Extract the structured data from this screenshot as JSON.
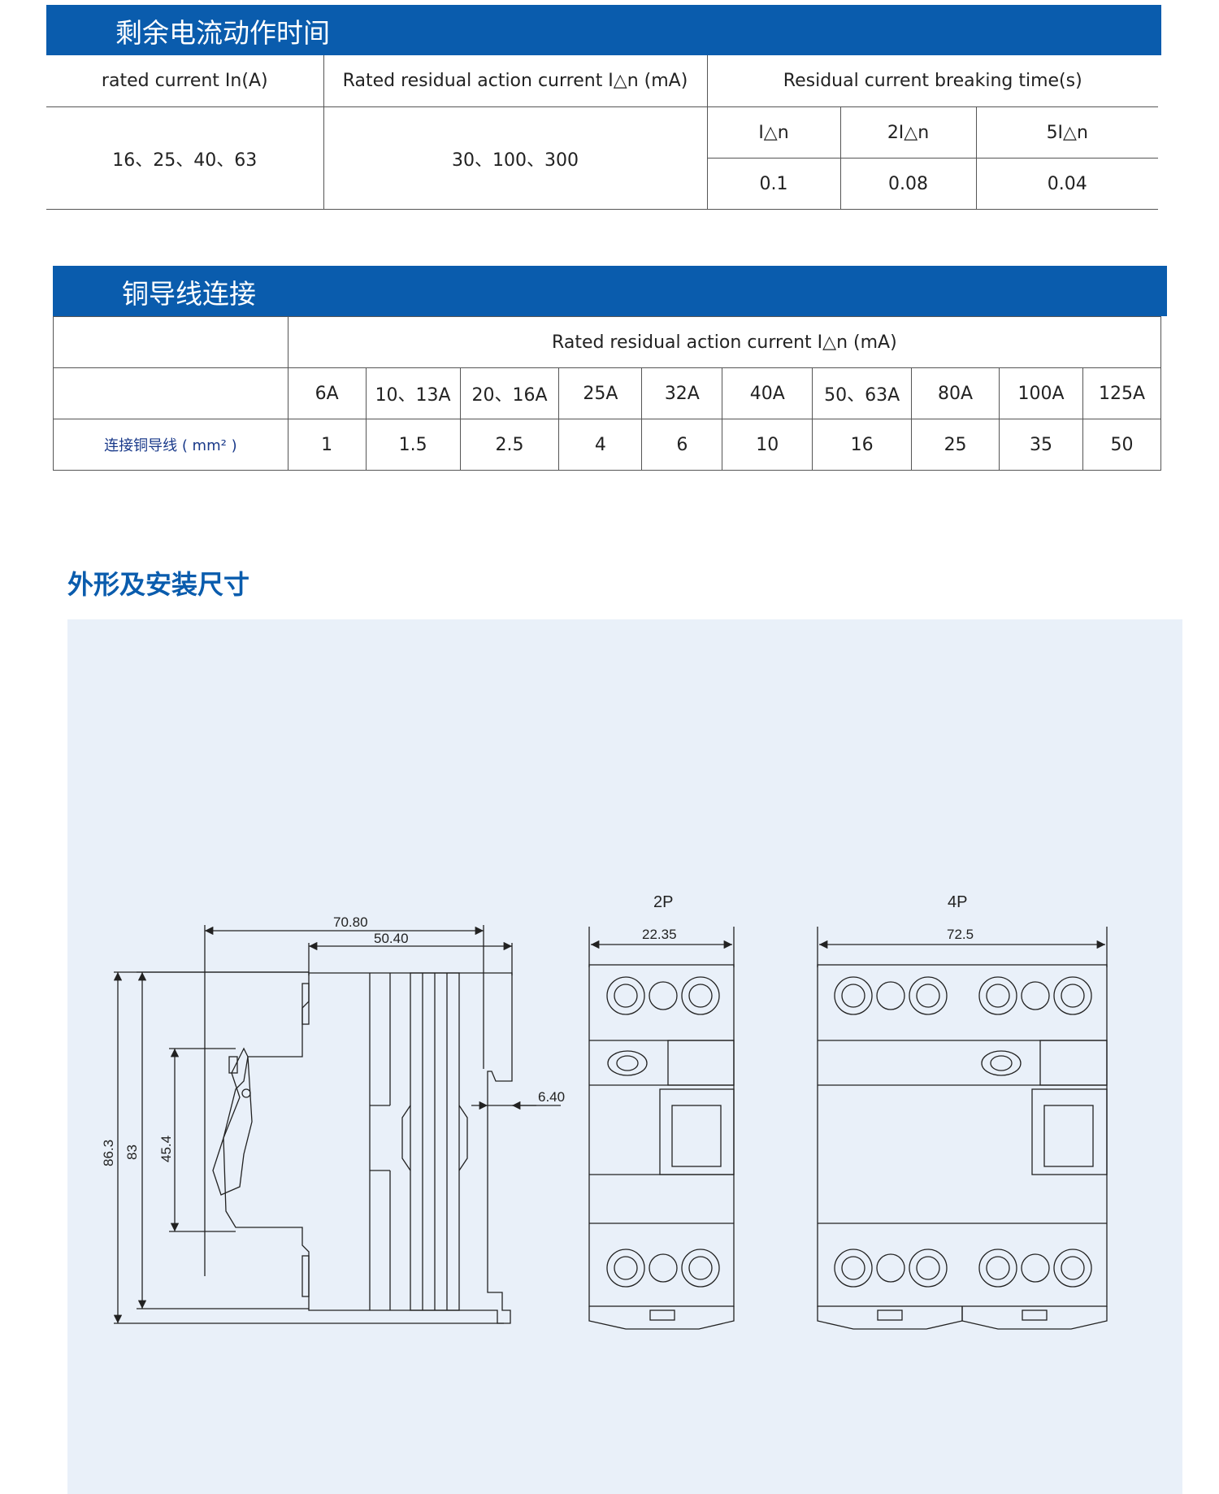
{
  "section1": {
    "title": "剩余电流动作时间",
    "headers": [
      "rated current  In(A)",
      "Rated residual action current  I△n  (mA)",
      "Residual current breaking time(s)"
    ],
    "rated_current": "16、25、40、63",
    "residual_current": "30、100、300",
    "time_headers": [
      "I△n",
      "2I△n",
      "5I△n"
    ],
    "time_values": [
      "0.1",
      "0.08",
      "0.04"
    ]
  },
  "section2": {
    "title": "铜导线连接",
    "header": "Rated residual action current  I△n  (mA)",
    "row_label": "连接铜导线 ( mm² )",
    "currents": [
      "6A",
      "10、13A",
      "20、16A",
      "25A",
      "32A",
      "40A",
      "50、63A",
      "80A",
      "100A",
      "125A"
    ],
    "wire_sizes": [
      "1",
      "1.5",
      "2.5",
      "4",
      "6",
      "10",
      "16",
      "25",
      "35",
      "50"
    ]
  },
  "section3": {
    "title": "外形及安装尺寸",
    "side_dims": [
      "70.80",
      "50.40",
      "6.40",
      "86.3",
      "83",
      "45.4"
    ],
    "front_2p": {
      "label": "2P",
      "width": "22.35"
    },
    "front_4p": {
      "label": "4P",
      "width": "72.5"
    }
  },
  "colors": {
    "banner": "#0a5cad",
    "drawing_bg": "#e9f0f9",
    "title": "#0a5cad"
  }
}
